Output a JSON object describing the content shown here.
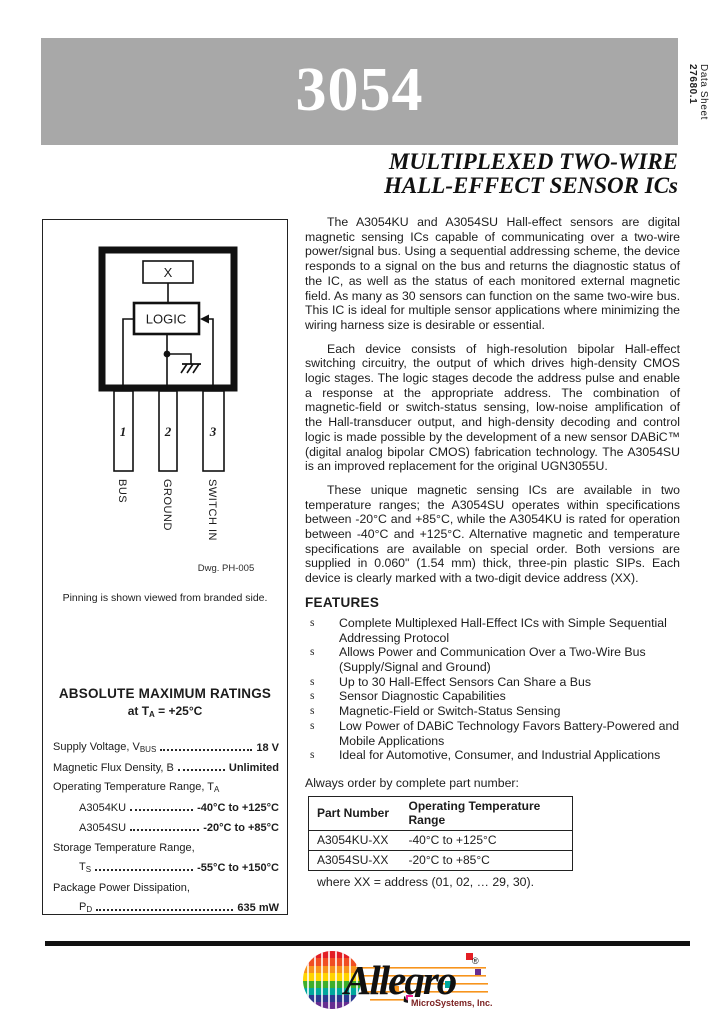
{
  "header": {
    "part_number": "3054",
    "sheet_label": "Data Sheet",
    "sheet_number": "27680.1",
    "title_line1": "MULTIPLEXED TWO-WIRE",
    "title_line2": "HALL-EFFECT SENSOR ICs"
  },
  "diagram": {
    "hall_box_label": "X",
    "logic_box_label": "LOGIC",
    "pins": [
      {
        "number": "1",
        "label": "BUS"
      },
      {
        "number": "2",
        "label": "GROUND"
      },
      {
        "number": "3",
        "label": "SWITCH IN"
      }
    ],
    "drawing_ref": "Dwg. PH-005",
    "caption": "Pinning is shown viewed from branded side."
  },
  "abs_max": {
    "title": "ABSOLUTE MAXIMUM RATINGS",
    "subtitle_pre": "at T",
    "subtitle_sub": "A",
    "subtitle_post": " = +25°C",
    "items": [
      {
        "pre": "Supply Voltage, V",
        "sub": "BUS",
        "value": "18 V"
      },
      {
        "pre": "Magnetic Flux Density, B",
        "sub": "",
        "value": "Unlimited"
      },
      {
        "pre": "Operating Temperature Range, T",
        "sub": "A",
        "value": ""
      },
      {
        "pre": "A3054KU",
        "sub": "",
        "value": "-40°C to +125°C"
      },
      {
        "pre": "A3054SU",
        "sub": "",
        "value": "-20°C to +85°C"
      },
      {
        "pre": "Storage Temperature Range,",
        "sub": "",
        "value": ""
      },
      {
        "pre": "T",
        "sub": "S",
        "value": "-55°C to +150°C"
      },
      {
        "pre": "Package Power Dissipation,",
        "sub": "",
        "value": ""
      },
      {
        "pre": "P",
        "sub": "D",
        "value": "635 mW"
      }
    ]
  },
  "description": {
    "paragraphs": [
      "The A3054KU and A3054SU Hall-effect sensors are digital magnetic sensing ICs capable of communicating over a two-wire power/signal bus.  Using a sequential addressing scheme, the device responds to a signal on the bus and returns the diagnostic status of the IC, as well as the status of each monitored external magnetic field.  As many as 30 sensors can function on the same two-wire bus.  This IC is ideal for multiple sensor applications where minimizing the wiring harness size is desirable or essential.",
      "Each device consists of high-resolution bipolar Hall-effect switching circuitry, the output of which drives high-density CMOS logic stages.  The logic stages decode the address pulse and enable a response at the appropriate address.  The combination of magnetic-field or switch-status sensing, low-noise amplification of the Hall-transducer output, and high-density decoding and control logic is made possible by the development of a new sensor DABiC™ (digital analog bipolar CMOS) fabrication technology.  The A3054SU is an improved replacement for the original UGN3055U.",
      "These unique magnetic sensing ICs are available in two temperature ranges; the A3054SU operates within specifications between -20°C and +85°C, while the A3054KU is rated for operation between -40°C and +125°C.  Alternative magnetic and temperature specifications are available on special order.  Both versions are supplied in 0.060\" (1.54 mm) thick, three-pin plastic SIPs.  Each device is clearly marked with a two-digit device address (XX)."
    ]
  },
  "features": {
    "heading": "FEATURES",
    "bullet": "s",
    "items": [
      "Complete Multiplexed Hall-Effect ICs with Simple Sequential Addressing Protocol",
      "Allows Power and Communication Over a Two-Wire Bus (Supply/Signal and Ground)",
      "Up to 30 Hall-Effect Sensors Can Share a Bus",
      "Sensor Diagnostic Capabilities",
      "Magnetic-Field or Switch-Status Sensing",
      "Low Power of DABiC Technology Favors Battery-Powered and Mobile Applications",
      "Ideal for Automotive, Consumer, and Industrial Applications"
    ]
  },
  "ordering": {
    "intro": "Always order by complete part number:",
    "headers": [
      "Part Number",
      "Operating Temperature Range"
    ],
    "rows": [
      {
        "part": "A3054KU-XX",
        "range": "-40°C to +125°C"
      },
      {
        "part": "A3054SU-XX",
        "range": "-20°C to +85°C"
      }
    ],
    "note": "where XX = address (01, 02, … 29, 30)."
  },
  "footer": {
    "logo_name": "Allegro",
    "logo_reg": "®",
    "logo_sub": "MicroSystems, Inc."
  },
  "colors": {
    "banner_gray": "#a8a8a8",
    "text": "#1c1c1c",
    "logo_orange": "#f7941d",
    "logo_maroon": "#7a1f1f"
  }
}
